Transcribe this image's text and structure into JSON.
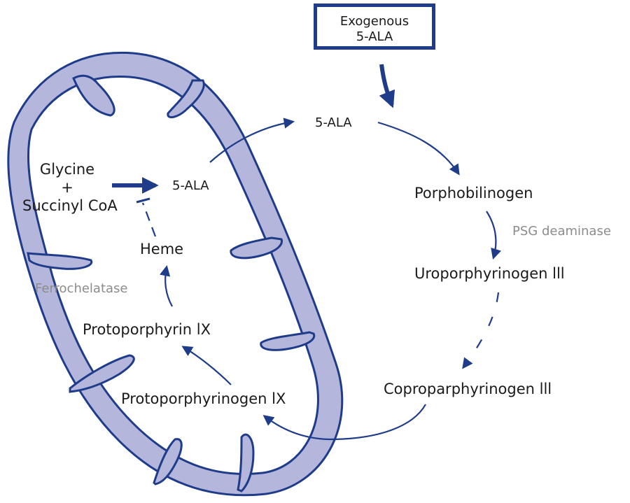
{
  "colors": {
    "membrane_fill": "#b4b6dc",
    "membrane_stroke": "#1f3c8a",
    "arrow": "#1f3c8a",
    "text": "#1a1a1a",
    "enzyme_text": "#8c8c8c"
  },
  "exogenous": {
    "line1": "Exogenous",
    "line2": "5-ALA"
  },
  "cytosol": {
    "ala": "5-ALA",
    "porphobilinogen": "Porphobilinogen",
    "psg_deaminase": "PSG deaminase",
    "uroporphyrinogen": "Uroporphyrinogen lll",
    "coproparphyrinogen": "Coproparphyrinogen lll"
  },
  "mitochondrion": {
    "glycine": "Glycine",
    "plus": "+",
    "succinyl_coa": "Succinyl CoA",
    "ala": "5-ALA",
    "heme": "Heme",
    "ferrochelatase": "Ferrochelatase",
    "protoporphyrin": "Protoporphyrin lX",
    "protoporphyrinogen": "Protoporphyrinogen lX"
  }
}
